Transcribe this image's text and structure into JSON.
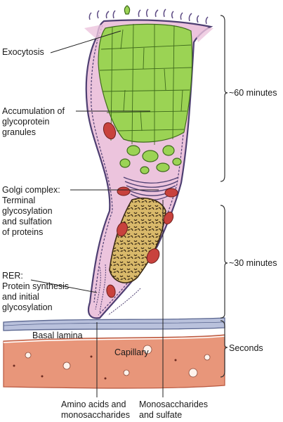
{
  "labels": {
    "exocytosis": "Exocytosis",
    "accumulation": [
      "Accumulation of",
      "glycoprotein",
      "granules"
    ],
    "golgi": [
      "Golgi complex:",
      "Terminal",
      "glycosylation",
      "and sulfation",
      "of proteins"
    ],
    "rer": [
      "RER:",
      "Protein synthesis",
      "and initial",
      "glycosylation"
    ],
    "basal_lamina": "Basal lamina",
    "capillary": "Capillary",
    "amino_acids": [
      "Amino acids and",
      "monosaccharides"
    ],
    "monosaccharides": [
      "Monosaccharides",
      "and sulfate"
    ]
  },
  "timeline": {
    "top": "~60 minutes",
    "middle": "~30 minutes",
    "bottom": "Seconds"
  },
  "colors": {
    "granule_fill": "#9bd354",
    "granule_stroke": "#3f6b1c",
    "cytoplasm": "#ecc4dd",
    "membrane": "#4e3f72",
    "mitochondria": "#c8423d",
    "nucleus": "#d9b96a",
    "capillary": "#e8967a",
    "basal_lamina": "#5a6690"
  }
}
